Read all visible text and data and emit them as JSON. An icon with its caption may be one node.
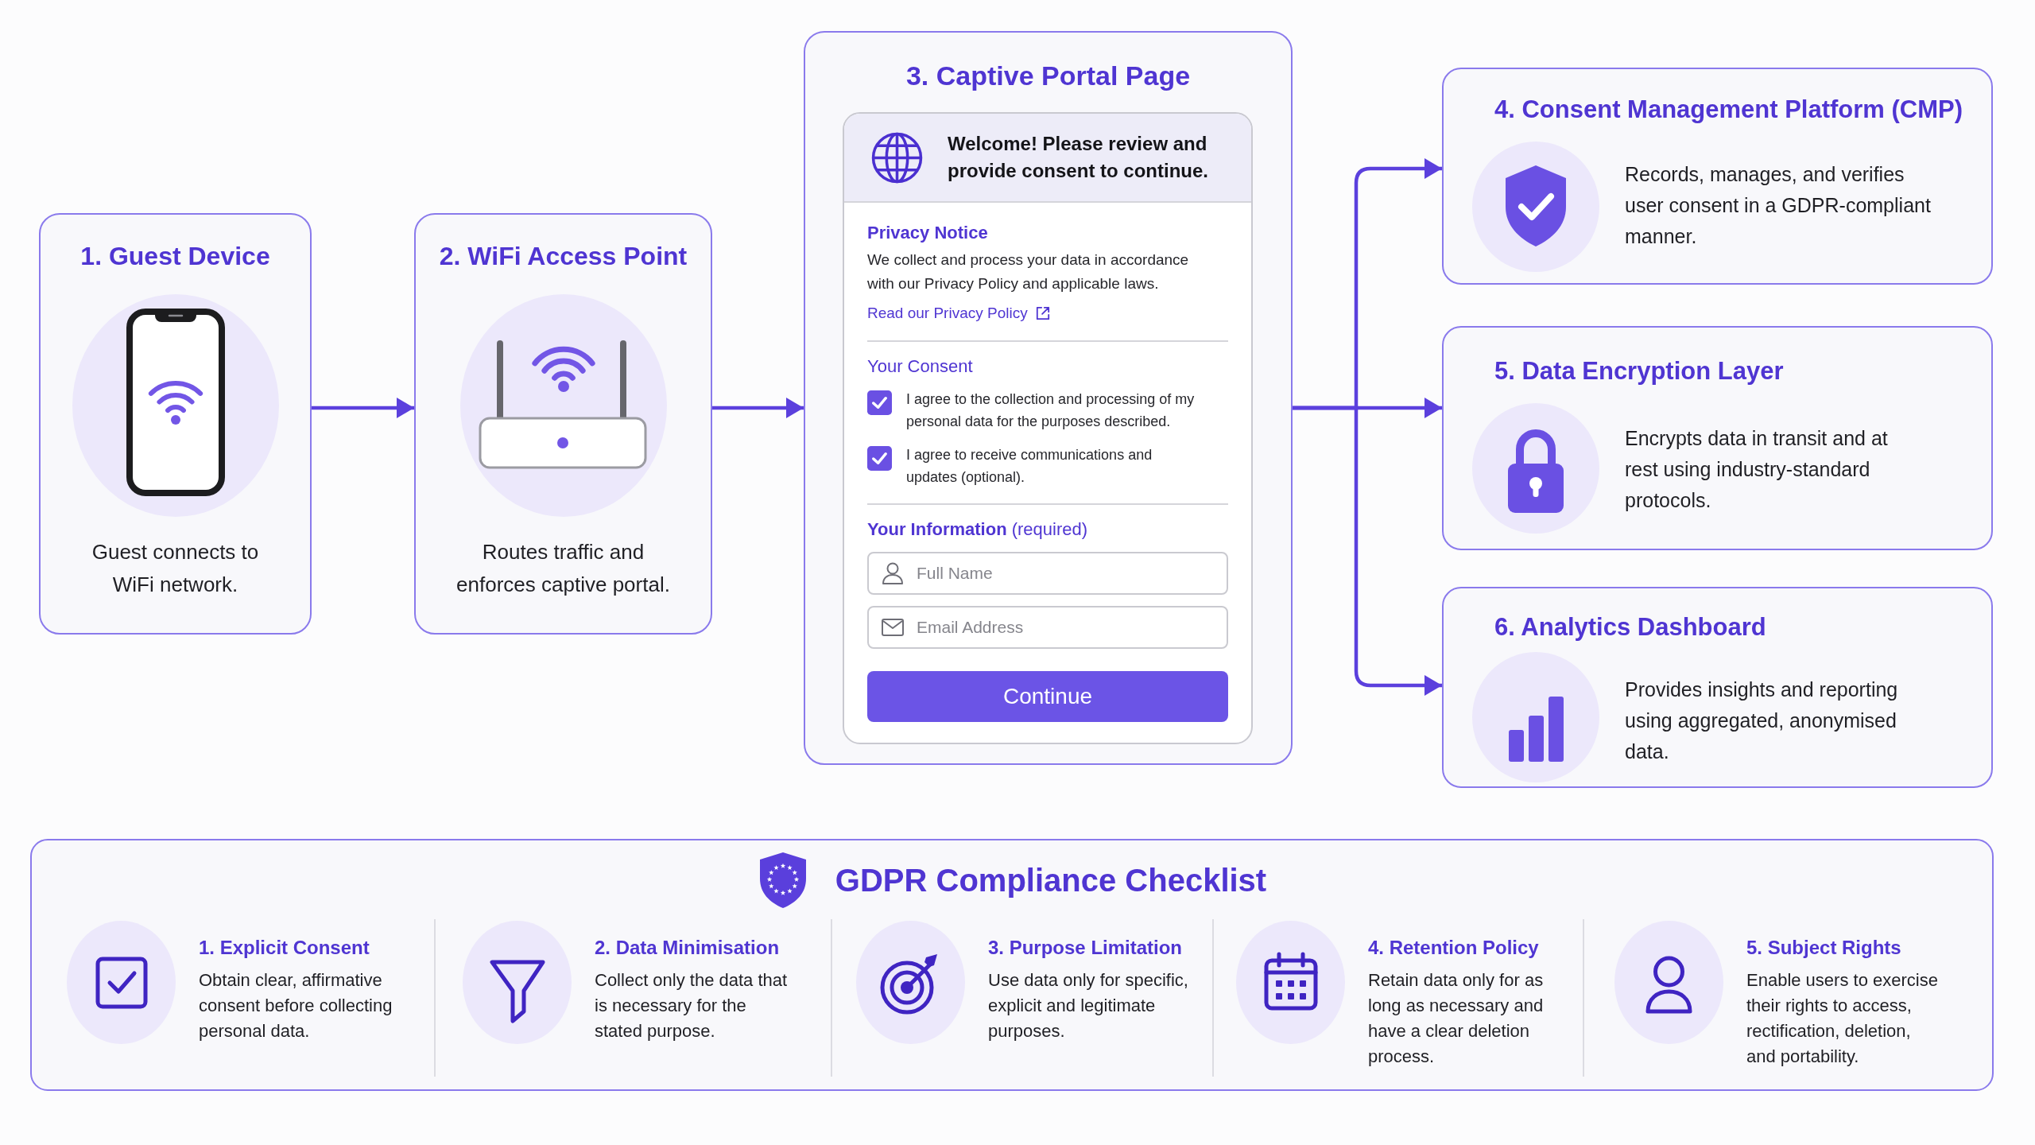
{
  "diagram": {
    "nodes": [
      {
        "text": [
          "1. Guest Device",
          "Guest connects to WiFi network."
        ]
      },
      {
        "text": [
          "2. WiFi Access Point",
          "Routes traffic and enforces captive portal."
        ]
      },
      {
        "text": [
          "3. Captive Portal Page"
        ]
      },
      {
        "text": [
          "Privacy Notice",
          "We collect and process your data in accordance with our Privacy Policy and applicable laws.",
          "Read our Privacy Policy",
          "Your Consent",
          "I agree to the collection and processing of my personal data for the purposes described.",
          "I agree to receive communications and updates (optional).",
          "**Your Information** (required)"
        ],
        "in": 2
      },
      {
        "text": [
          "Welcome! Please review and provide consent to continue."
        ],
        "in": 3
      },
      {
        "text": [
          "Full Name"
        ],
        "in": 3
      },
      {
        "text": [
          "Email Address"
        ],
        "in": 3
      },
      {
        "text": [
          "Continue"
        ],
        "in": 3
      },
      {
        "text": [
          "4. Consent Management Platform (CMP)",
          "Records, manages, and verifies user consent in a GDPR-compliant manner."
        ]
      },
      {
        "text": [
          "5. Data Encryption Layer",
          "Encrypts data in transit and at rest using industry-standard protocols."
        ]
      },
      {
        "text": [
          "6. Analytics Dashboard",
          "Provides insights and reporting using aggregated, anonymised data."
        ]
      },
      {
        "text": [
          "GDPR Compliance Checklist",
          "1. Explicit Consent",
          "Obtain clear, affirmative consent before collecting personal data.",
          "2. Data Minimisation",
          "Collect only the data that is necessary for the stated purpose.",
          "3. Purpose Limitation",
          "Use data only for specific, explicit and legitimate purposes.",
          "4. Retention Policy",
          "Retain data only for as long as necessary and have a clear deletion process.",
          "5. Subject Rights",
          "Enable users to exercise their rights to access, rectification, deletion, and portability."
        ]
      }
    ],
    "edges": [
      {
        "from": 0,
        "to": 1,
        "arrow": "to"
      },
      {
        "from": 1,
        "to": 2,
        "arrow": "to"
      },
      {
        "from": 2,
        "to": 8,
        "arrow": "to"
      },
      {
        "from": 2,
        "to": 9,
        "arrow": "to"
      },
      {
        "from": 2,
        "to": 10,
        "arrow": "to"
      }
    ]
  }
}
